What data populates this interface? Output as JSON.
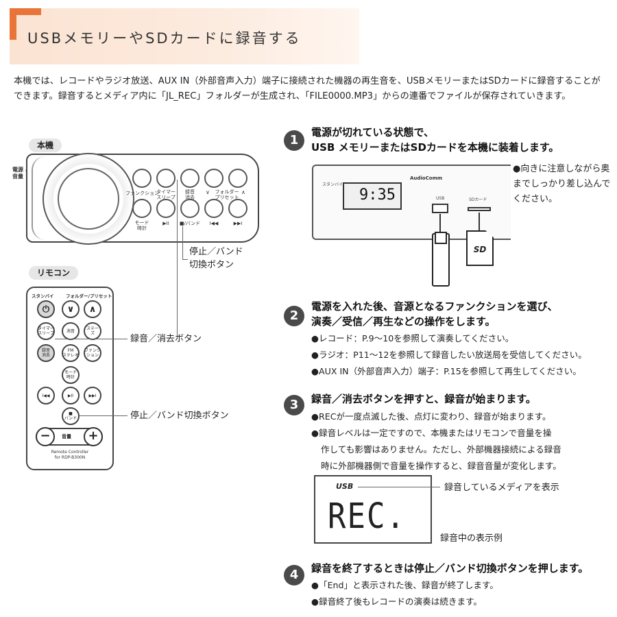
{
  "banner": {
    "title": "USBメモリーやSDカードに録音する",
    "accent_color": "#e8743a"
  },
  "intro": {
    "text": "本機では、レコードやラジオ放送、AUX IN（外部音声入力）端子に接続された機器の再生音を、USBメモリーまたはSDカードに録音することができます。録音するとメディア内に「JL_REC」フォルダーが生成され、「FILE0000.MP3」からの連番でファイルが保存されていきます。"
  },
  "unit": {
    "tag": "本機",
    "side_label_1": "電源",
    "side_label_2": "音量",
    "buttons_top": [
      "ファンクション",
      "タイマー\nスリープ",
      "録音\n消去",
      "フォルダー\nプリセット"
    ],
    "buttons_bottom": [
      "モード\n時計",
      "▶II",
      "■/バンド",
      "I◀◀",
      "▶▶I"
    ],
    "callout": "停止／バンド\n切換ボタン"
  },
  "remote": {
    "tag": "リモコン",
    "top_label_1": "スタンバイ",
    "top_label_2": "フォルダー/プリセット",
    "buttons": [
      "タイマー\nスリープ",
      "消音",
      "ステーズ",
      "録音\n消去",
      "FM\nステレオ",
      "ファンク\nション",
      "モード\n時計",
      "I◀◀",
      "▶II",
      "▶▶I",
      "■\nバンド"
    ],
    "volume_label": "音量",
    "foot": "Remote Controller\nfor RDP-B300N",
    "callout_rec": "録音／消去ボタン",
    "callout_stop": "停止／バンド切換ボタン"
  },
  "steps": [
    {
      "num": "1",
      "lines": [
        "電源が切れている状態で、",
        "USB メモリーまたはSDカードを本機に装着します。"
      ],
      "bullets": []
    },
    {
      "num": "2",
      "lines": [
        "電源を入れた後、音源となるファンクションを選び、",
        "演奏／受信／再生などの操作をします。"
      ],
      "bullets": [
        "●レコード：P.9～10を参照して演奏してください。",
        "●ラジオ：P11～12を参照して録音したい放送局を受信してください。",
        "●AUX IN（外部音声入力）端子：P.15を参照して再生してください。"
      ]
    },
    {
      "num": "3",
      "lines": [
        "録音／消去ボタンを押すと、録音が始まります。"
      ],
      "bullets": [
        "●RECが一度点滅した後、点灯に変わり、録音が始まります。",
        "●録音レベルは一定ですので、本機またはリモコンで音量を操",
        "作しても影響はありません。ただし、外部機器接続による録音",
        "時に外部機器側で音量を操作すると、録音音量が変化します。"
      ]
    },
    {
      "num": "4",
      "lines": [
        "録音を終了するときは停止／バンド切換ボタンを押します。"
      ],
      "bullets": [
        "●「End」と表示された後、録音が終了します。",
        "●録音終了後もレコードの演奏は続きます。"
      ]
    }
  ],
  "device": {
    "time": "9:35",
    "brand": "AudioComm",
    "standby_label": "スタンバイ",
    "usb_label": "USB",
    "sd_label": "SDカード",
    "sd_card_text": "SD",
    "note": "●向きに注意しながら奥までしっかり差し込んでください。"
  },
  "rec_display": {
    "usb": "USB",
    "rec": "REC.",
    "label_media": "録音しているメディアを表示",
    "label_example": "録音中の表示例"
  }
}
